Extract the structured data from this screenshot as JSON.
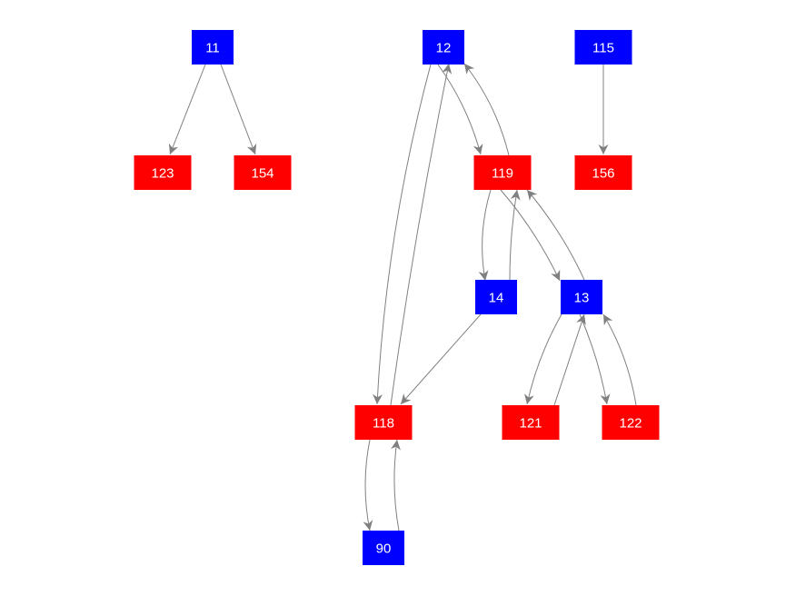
{
  "graph": {
    "colors": {
      "blue": "#0000ff",
      "red": "#ff0000",
      "edge": "#808080"
    },
    "nodes": [
      {
        "id": "11",
        "label": "11",
        "color": "blue"
      },
      {
        "id": "12",
        "label": "12",
        "color": "blue"
      },
      {
        "id": "115",
        "label": "115",
        "color": "blue"
      },
      {
        "id": "123",
        "label": "123",
        "color": "red"
      },
      {
        "id": "154",
        "label": "154",
        "color": "red"
      },
      {
        "id": "119",
        "label": "119",
        "color": "red"
      },
      {
        "id": "156",
        "label": "156",
        "color": "red"
      },
      {
        "id": "14",
        "label": "14",
        "color": "blue"
      },
      {
        "id": "13",
        "label": "13",
        "color": "blue"
      },
      {
        "id": "118",
        "label": "118",
        "color": "red"
      },
      {
        "id": "121",
        "label": "121",
        "color": "red"
      },
      {
        "id": "122",
        "label": "122",
        "color": "red"
      },
      {
        "id": "90",
        "label": "90",
        "color": "blue"
      }
    ],
    "edges": [
      {
        "from": "11",
        "to": "123"
      },
      {
        "from": "11",
        "to": "154"
      },
      {
        "from": "115",
        "to": "156"
      },
      {
        "from": "12",
        "to": "119"
      },
      {
        "from": "119",
        "to": "12"
      },
      {
        "from": "12",
        "to": "118"
      },
      {
        "from": "118",
        "to": "12"
      },
      {
        "from": "119",
        "to": "14"
      },
      {
        "from": "14",
        "to": "119"
      },
      {
        "from": "119",
        "to": "13"
      },
      {
        "from": "13",
        "to": "119"
      },
      {
        "from": "14",
        "to": "118"
      },
      {
        "from": "13",
        "to": "121"
      },
      {
        "from": "121",
        "to": "13"
      },
      {
        "from": "13",
        "to": "122"
      },
      {
        "from": "122",
        "to": "13"
      },
      {
        "from": "118",
        "to": "90"
      },
      {
        "from": "90",
        "to": "118"
      }
    ]
  }
}
